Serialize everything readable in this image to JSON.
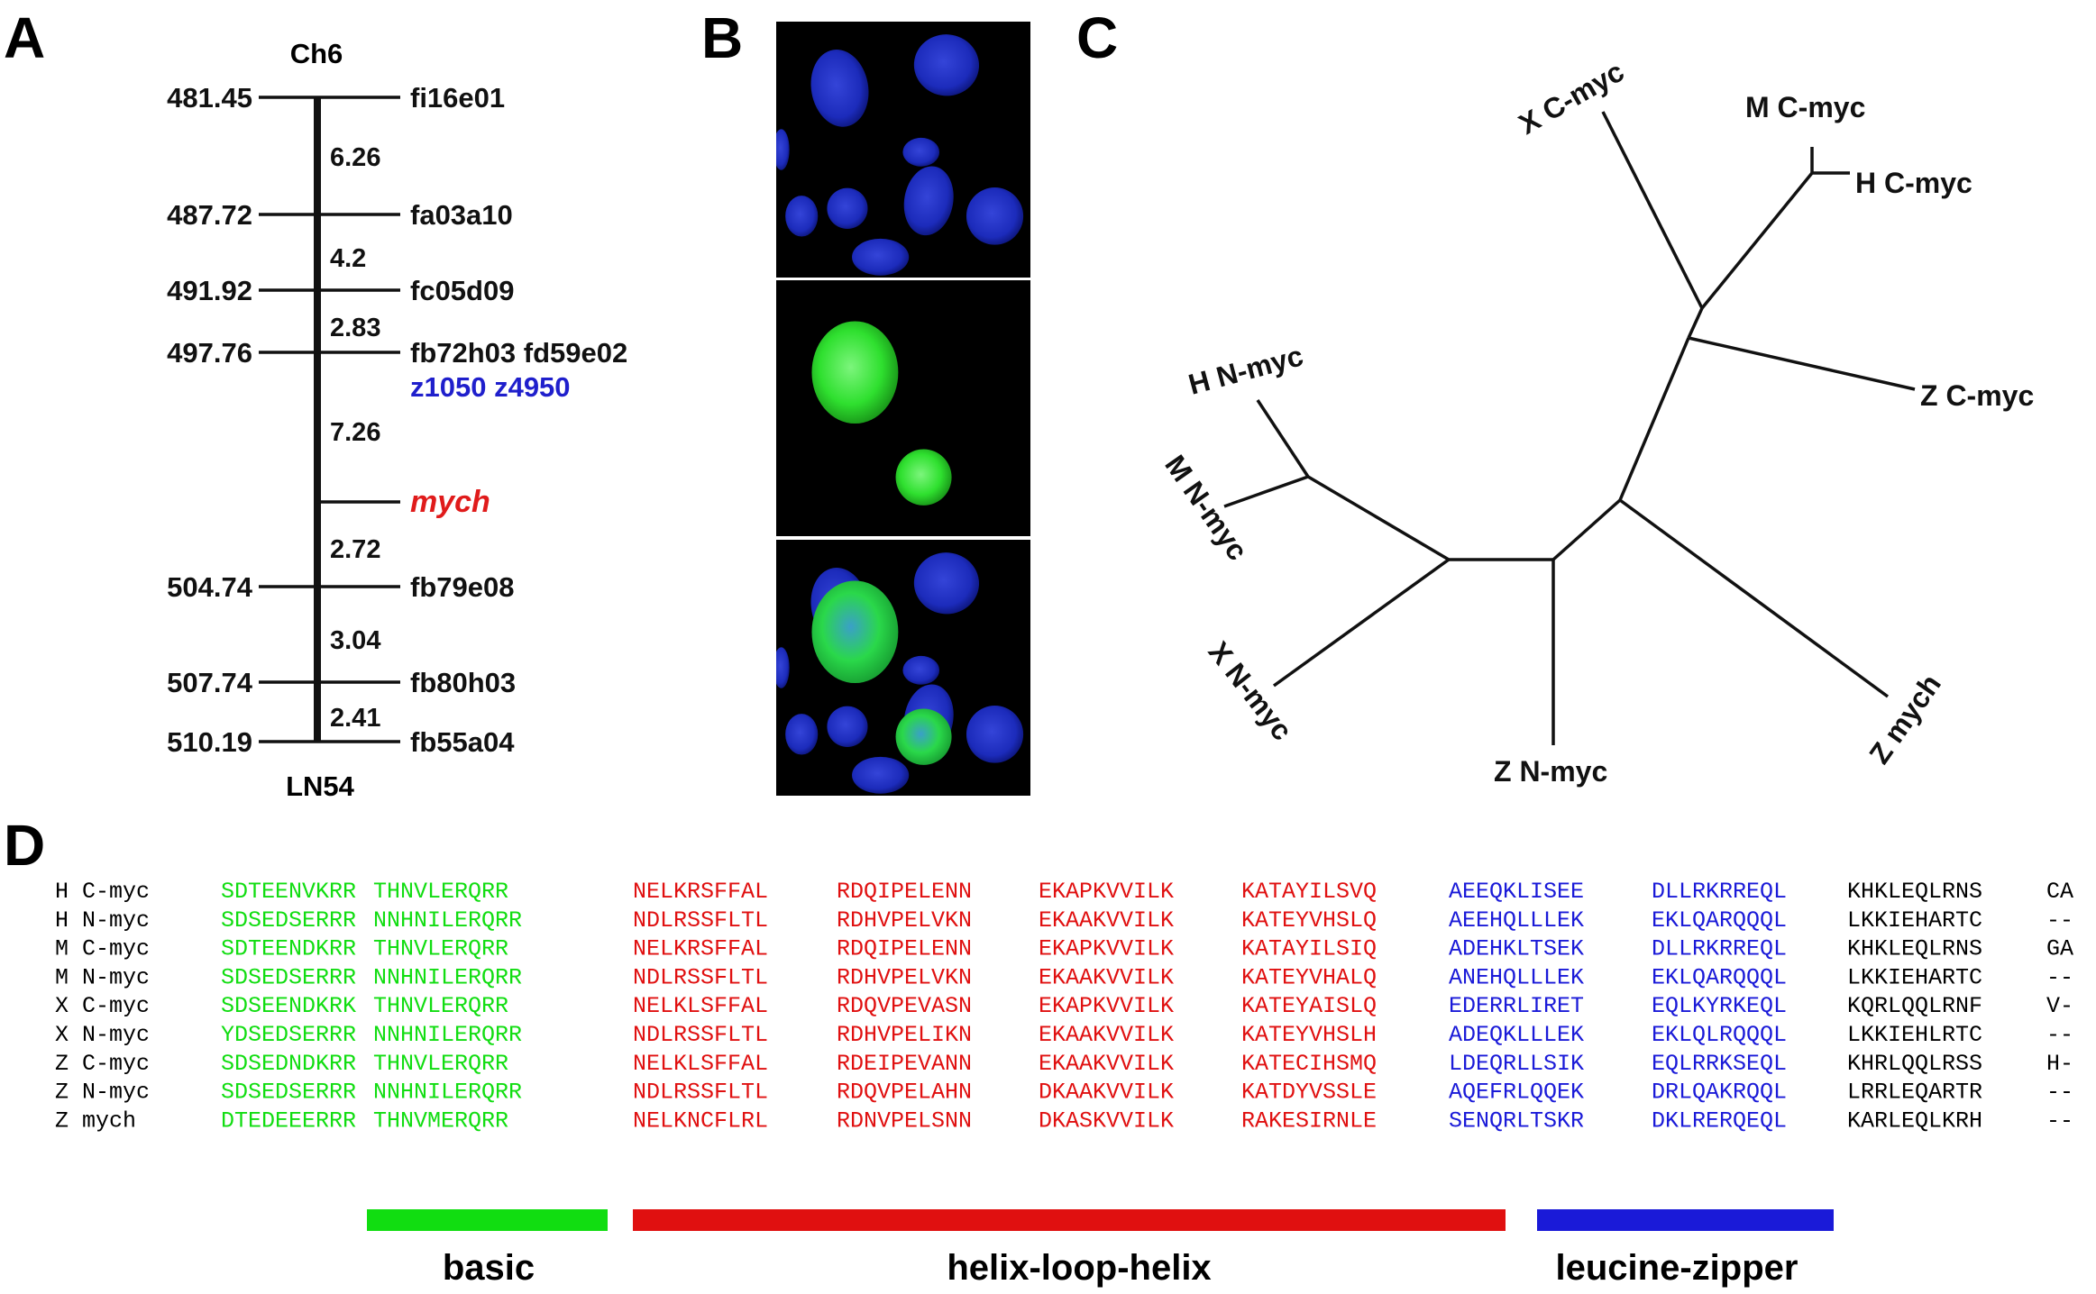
{
  "panels": {
    "a": "A",
    "b": "B",
    "c": "C",
    "d": "D"
  },
  "map": {
    "chromosome": "Ch6",
    "panel_name": "LN54",
    "markers": [
      {
        "position": "481.45",
        "name": "fi16e01"
      },
      {
        "position": "487.72",
        "name": "fa03a10"
      },
      {
        "position": "491.92",
        "name": "fc05d09"
      },
      {
        "position": "497.76",
        "name": "fb72h03 fd59e02",
        "name2": "z1050 z4950"
      },
      {
        "position": "",
        "name": "mych"
      },
      {
        "position": "504.74",
        "name": "fb79e08"
      },
      {
        "position": "507.74",
        "name": "fb80h03"
      },
      {
        "position": "510.19",
        "name": "fb55a04"
      }
    ],
    "intervals": [
      "6.26",
      "4.2",
      "2.83",
      "7.26",
      "2.72",
      "3.04",
      "2.41"
    ],
    "colors": {
      "default": "#111111",
      "ssr": "#1f1fcc",
      "target": "#e01b1b"
    }
  },
  "micrographs": {
    "colors": {
      "nucleus_blue": "#2034d8",
      "gfp_green": "#2fe02f",
      "background": "#000000"
    }
  },
  "tree": {
    "leaves": [
      "X C-myc",
      "M C-myc",
      "H C-myc",
      "Z C-myc",
      "H N-myc",
      "M N-myc",
      "X N-myc",
      "Z N-myc",
      "Z mych"
    ]
  },
  "alignment": {
    "colors": {
      "basic": "#11dd11",
      "hlh": "#e01010",
      "zipper": "#1a1ad8",
      "plain": "#000000"
    },
    "rows": [
      {
        "label": "H C-myc",
        "b1": "SDTEENVKRR",
        "b2": "THNVLERQRR",
        "h1": "NELKRSFFAL",
        "h2": "RDQIPELENN",
        "h3": "EKAPKVVILK",
        "h4": "KATAYILSVQ",
        "z1": "AEEQKLISEE",
        "z2": "DLLRKRREQL",
        "t1": "KHKLEQLRNS",
        "t2": "CA"
      },
      {
        "label": "H N-myc",
        "b1": "SDSEDSERRR",
        "b2": "NNHNILERQRR",
        "h1": "NDLRSSFLTL",
        "h2": "RDHVPELVKN",
        "h3": "EKAAKVVILK",
        "h4": "KATEYVHSLQ",
        "z1": "AEEHQLLLEK",
        "z2": "EKLQARQQQL",
        "t1": "LKKIEHARTC",
        "t2": "--"
      },
      {
        "label": "M C-myc",
        "b1": "SDTEENDKRR",
        "b2": "THNVLERQRR",
        "h1": "NELKRSFFAL",
        "h2": "RDQIPELENN",
        "h3": "EKAPKVVILK",
        "h4": "KATAYILSIQ",
        "z1": "ADEHKLTSEK",
        "z2": "DLLRKRREQL",
        "t1": "KHKLEQLRNS",
        "t2": "GA"
      },
      {
        "label": "M N-myc",
        "b1": "SDSEDSERRR",
        "b2": "NNHNILERQRR",
        "h1": "NDLRSSFLTL",
        "h2": "RDHVPELVKN",
        "h3": "EKAAKVVILK",
        "h4": "KATEYVHALQ",
        "z1": "ANEHQLLLEK",
        "z2": "EKLQARQQQL",
        "t1": "LKKIEHARTC",
        "t2": "--"
      },
      {
        "label": "X C-myc",
        "b1": "SDSEENDKRK",
        "b2": "THNVLERQRR",
        "h1": "NELKLSFFAL",
        "h2": "RDQVPEVASN",
        "h3": "EKAPKVVILK",
        "h4": "KATEYAISLQ",
        "z1": "EDERRLIRET",
        "z2": "EQLKYRKEQL",
        "t1": "KQRLQQLRNF",
        "t2": "V-"
      },
      {
        "label": "X N-myc",
        "b1": "YDSEDSERRR",
        "b2": "NNHNILERQRR",
        "h1": "NDLRSSFLTL",
        "h2": "RDHVPELIKN",
        "h3": "EKAAKVVILK",
        "h4": "KATEYVHSLH",
        "z1": "ADEQKLLLEK",
        "z2": "EKLQLRQQQL",
        "t1": "LKKIEHLRTC",
        "t2": "--"
      },
      {
        "label": "Z C-myc",
        "b1": "SDSEDNDKRR",
        "b2": "THNVLERQRR",
        "h1": "NELKLSFFAL",
        "h2": "RDEIPEVANN",
        "h3": "EKAAKVVILK",
        "h4": "KATECIHSMQ",
        "z1": "LDEQRLLSIK",
        "z2": "EQLRRKSEQL",
        "t1": "KHRLQQLRSS",
        "t2": "H-"
      },
      {
        "label": "Z N-myc",
        "b1": "SDSEDSERRR",
        "b2": "NNHNILERQRR",
        "h1": "NDLRSSFLTL",
        "h2": "RDQVPELAHN",
        "h3": "DKAAKVVILK",
        "h4": "KATDYVSSLE",
        "z1": "AQEFRLQQEK",
        "z2": "DRLQAKRQQL",
        "t1": "LRRLEQARTR",
        "t2": "--"
      },
      {
        "label": "Z mych",
        "b1": "DTEDEEERRR",
        "b2": "THNVMERQRR",
        "h1": "NELKNCFLRL",
        "h2": "RDNVPELSNN",
        "h3": "DKASKVVILK",
        "h4": "RAKESIRNLE",
        "z1": "SENQRLTSKR",
        "z2": "DKLRERQEQL",
        "t1": "KARLEQLKRH",
        "t2": "--"
      }
    ],
    "domains": {
      "basic": "basic",
      "hlh": "helix-loop-helix",
      "zipper": "leucine-zipper"
    }
  }
}
